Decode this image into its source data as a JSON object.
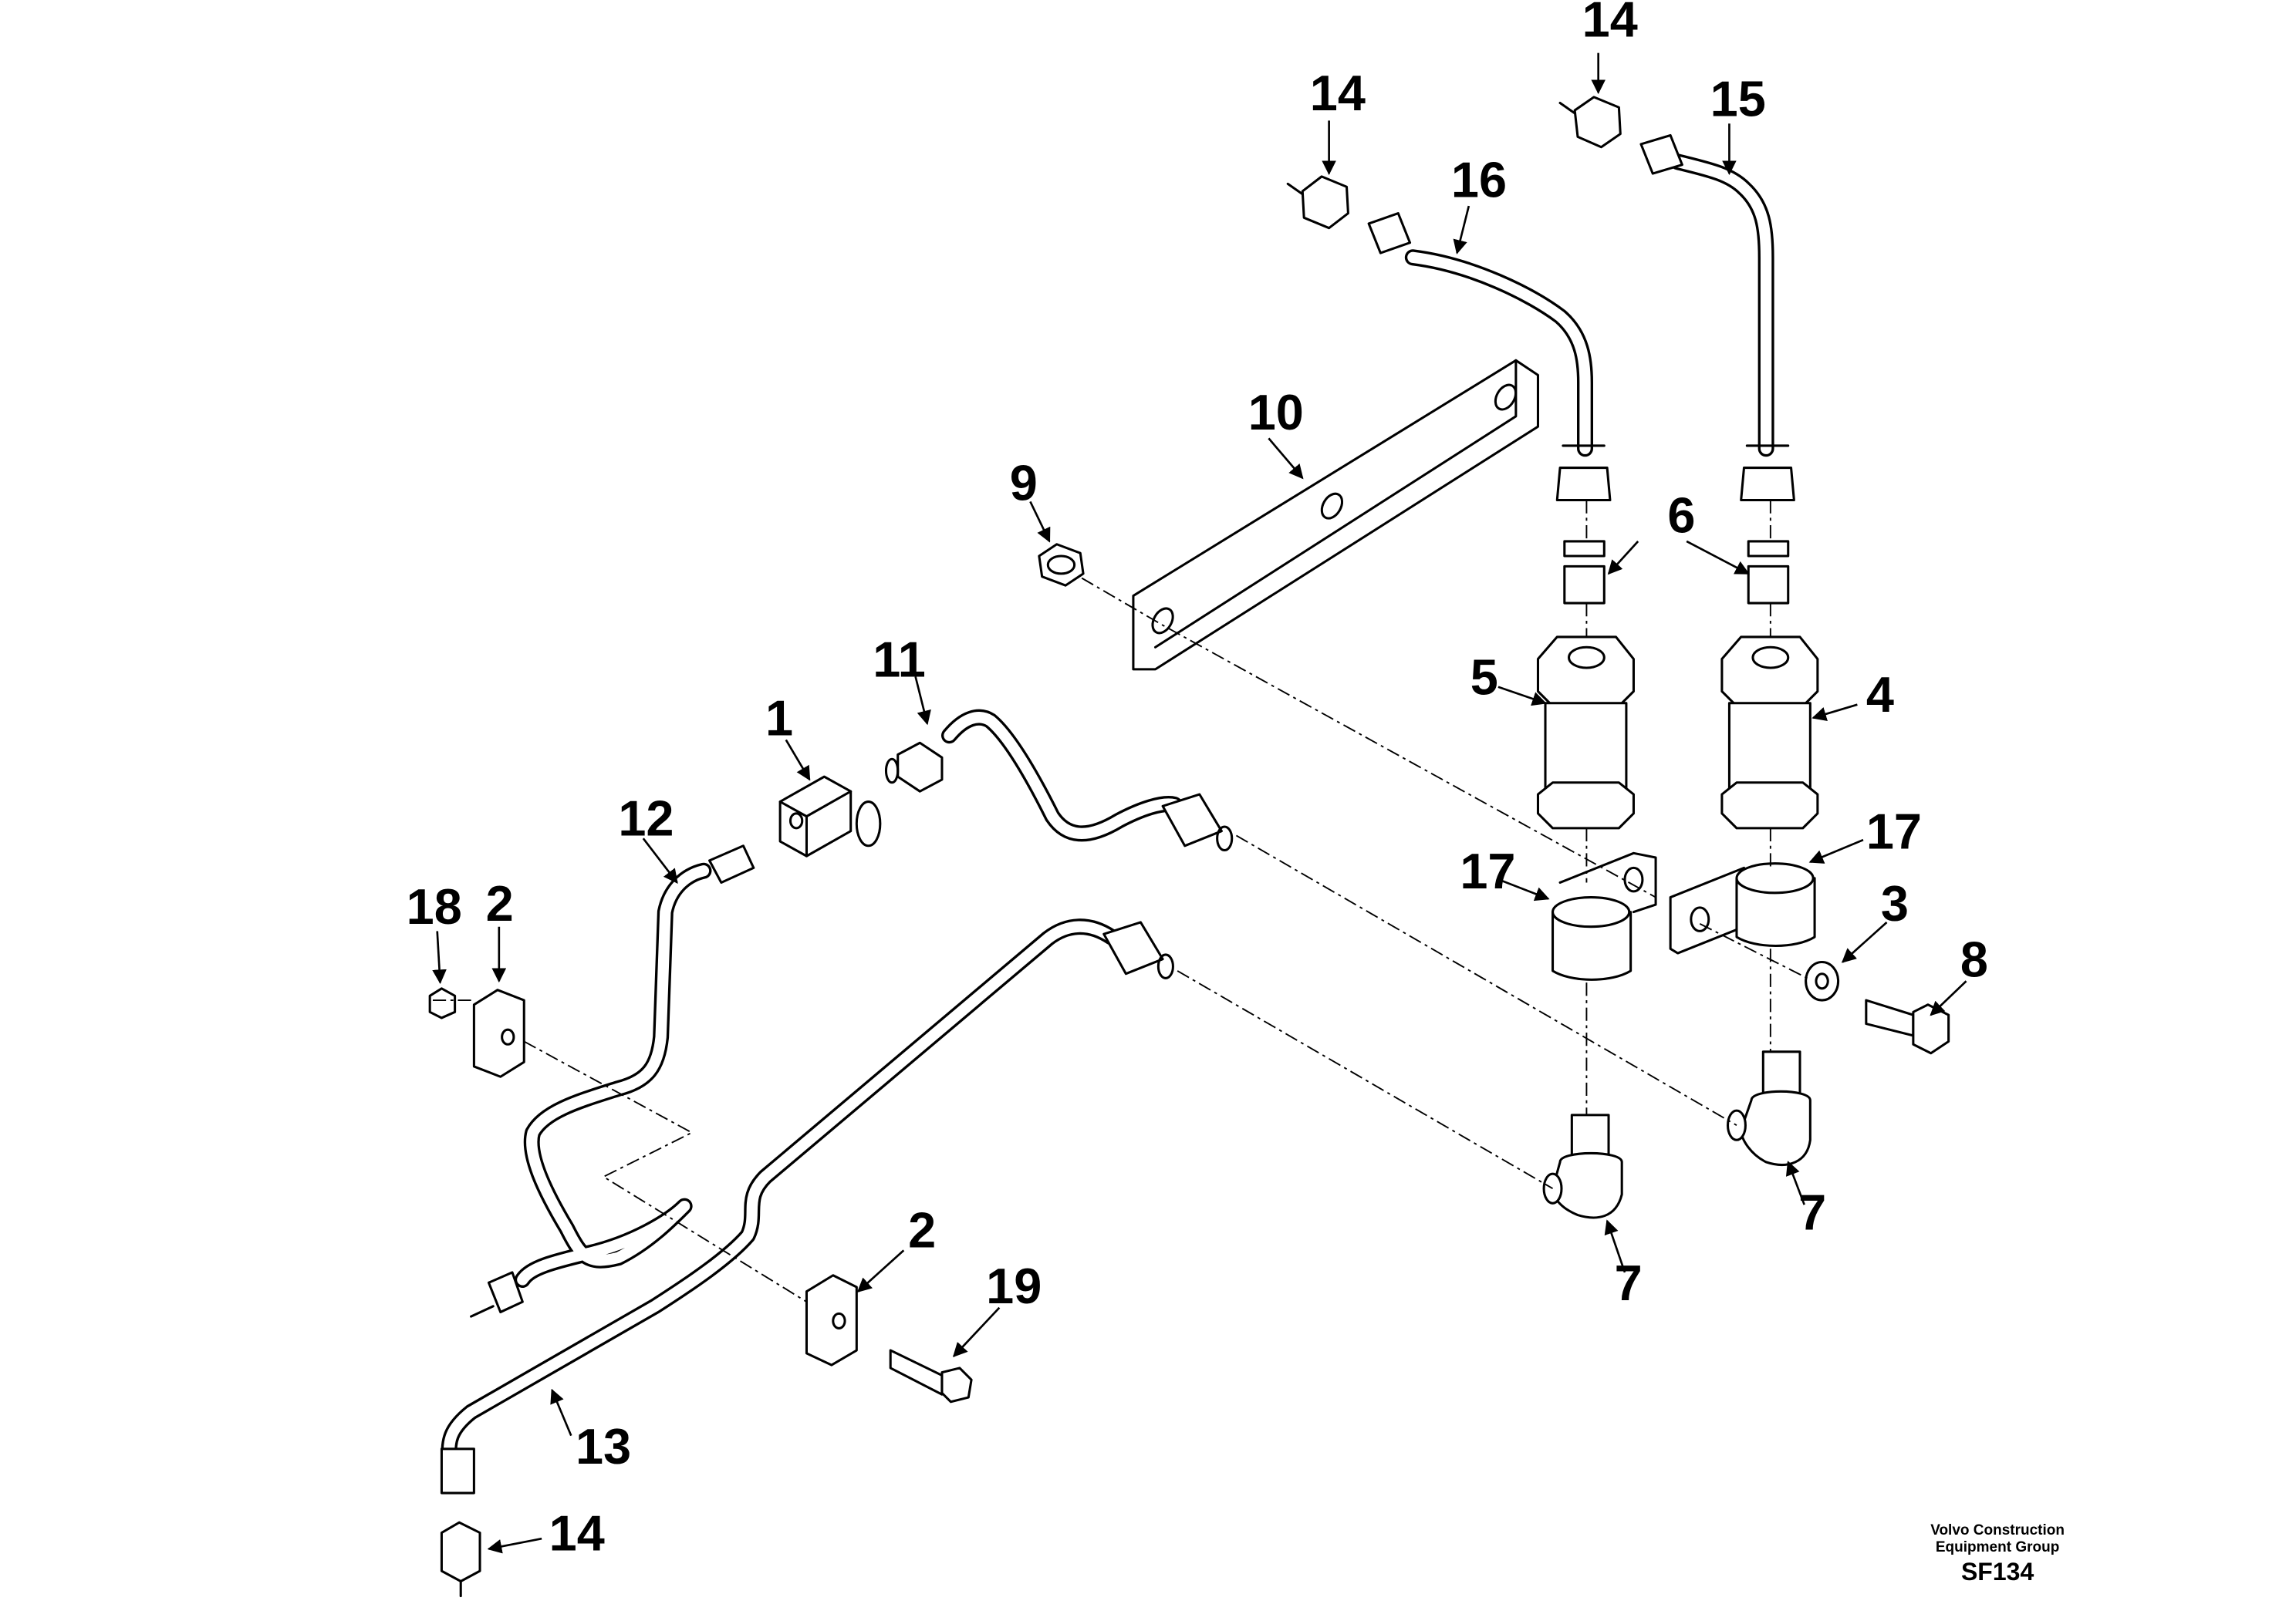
{
  "labels": {
    "l1": "1",
    "l2a": "2",
    "l2b": "2",
    "l3": "3",
    "l4": "4",
    "l5": "5",
    "l6": "6",
    "l7a": "7",
    "l7b": "7",
    "l8": "8",
    "l9": "9",
    "l10": "10",
    "l11": "11",
    "l12": "12",
    "l13": "13",
    "l14a": "14",
    "l14b": "14",
    "l14c": "14",
    "l15": "15",
    "l16": "16",
    "l17a": "17",
    "l17b": "17",
    "l18": "18",
    "l19": "19"
  },
  "imprint": {
    "line1": "Volvo Construction",
    "line2": "Equipment Group",
    "code": "SF134"
  }
}
